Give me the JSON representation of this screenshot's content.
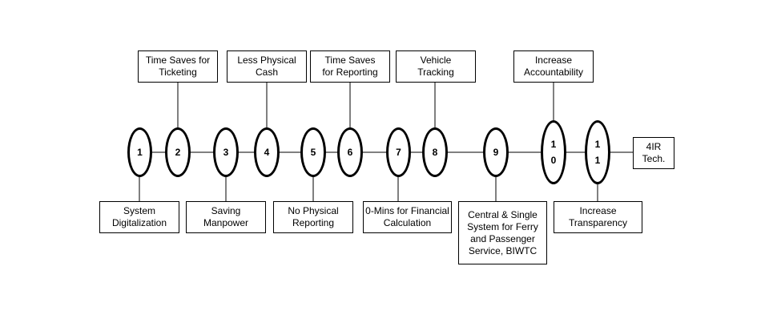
{
  "nodes": [
    {
      "id": "1",
      "label": "1"
    },
    {
      "id": "2",
      "label": "2"
    },
    {
      "id": "3",
      "label": "3"
    },
    {
      "id": "4",
      "label": "4"
    },
    {
      "id": "5",
      "label": "5"
    },
    {
      "id": "6",
      "label": "6"
    },
    {
      "id": "7",
      "label": "7"
    },
    {
      "id": "8",
      "label": "8"
    },
    {
      "id": "9",
      "label": "9"
    },
    {
      "id": "10",
      "label": "10"
    },
    {
      "id": "11",
      "label": "11"
    }
  ],
  "end_label": "4IR\nTech.",
  "top_labels": {
    "2": "Time Saves for\nTicketing",
    "4": "Less Physical\nCash",
    "6": "Time Saves\nfor Reporting",
    "8": "Vehicle\nTracking",
    "10": "Increase\nAccountability"
  },
  "bottom_labels": {
    "1": "System\nDigitalization",
    "3": "Saving\nManpower",
    "5": "No Physical\nReporting",
    "7": "0-Mins for Financial\nCalculation",
    "9": "Central & Single\nSystem for Ferry\nand Passenger\nService, BIWTC",
    "11": "Increase\nTransparency"
  }
}
